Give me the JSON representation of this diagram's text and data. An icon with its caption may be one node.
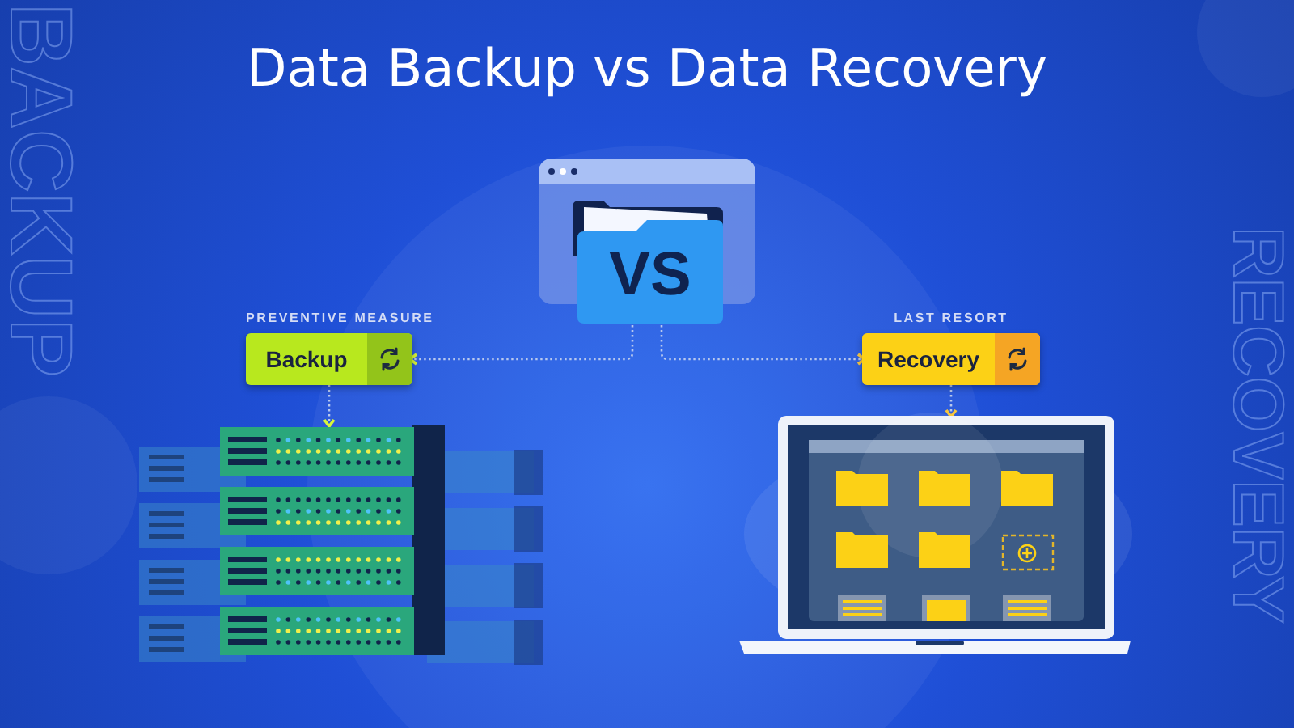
{
  "diagram": {
    "title": "Data Backup vs Data Recovery",
    "nodes": [
      {
        "text": [
          "VS"
        ]
      },
      {
        "text": [
          "Backup"
        ],
        "beside": [
          "PREVENTIVE MEASURE"
        ]
      },
      {
        "text": [
          "Recovery"
        ],
        "beside": [
          "LAST RESORT"
        ]
      },
      {
        "text": [],
        "shape": "picture"
      },
      {
        "text": [],
        "shape": "picture"
      }
    ],
    "edges": [
      {
        "from": 0,
        "to": 1,
        "arrow": "to"
      },
      {
        "from": 0,
        "to": 2,
        "arrow": "to"
      },
      {
        "from": 1,
        "to": 3,
        "arrow": "to"
      },
      {
        "from": 2,
        "to": 4,
        "arrow": "to"
      }
    ],
    "labels": [
      "BACKUP",
      "RECOVERY"
    ]
  }
}
